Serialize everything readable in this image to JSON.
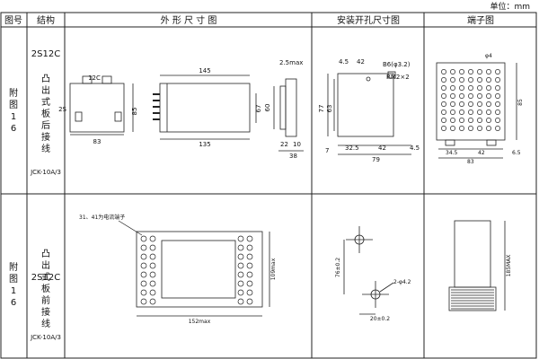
{
  "unit_label": "单位：mm",
  "header": {
    "col_no": "图号",
    "col_struct": "结构",
    "col_dim": "外 形 尺 寸 图",
    "col_hole": "安装开孔尺寸图",
    "col_term": "端子图"
  },
  "row1": {
    "fig_chars": [
      "附",
      "图",
      "1",
      "6"
    ],
    "model": "2S12C",
    "struct_chars": [
      "凸",
      "出",
      "式",
      "板",
      "后",
      "接",
      "线"
    ],
    "ref": "JCK-10A/3",
    "dims": {
      "d12C": "12C",
      "d2S": "2S",
      "d85": "85",
      "d83": "83",
      "d145": "145",
      "d67": "67",
      "d135": "135",
      "d60": "60",
      "d2_5max": "2.5max",
      "d22": "22",
      "d10": "10",
      "d38": "38"
    },
    "hole": {
      "h4_5a": "4.5",
      "h42a": "42",
      "hB6": "B6(φ3.2)",
      "hRM": "RM2×2",
      "h77": "77",
      "h63": "63",
      "h7": "7",
      "h32_5": "32.5",
      "h42b": "42",
      "h4_5b": "4.5",
      "h79": "79"
    },
    "term": {
      "t_phi4": "φ4",
      "t34_5": "34.5",
      "t42": "42",
      "t6_5": "6.5",
      "t83": "83",
      "t85": "85"
    }
  },
  "row2": {
    "fig_chars": [
      "附",
      "图",
      "1",
      "6"
    ],
    "model": "2S12C",
    "struct_chars": [
      "凸",
      "出",
      "式",
      "板",
      "前",
      "接",
      "线"
    ],
    "ref": "JCK-10A/3",
    "dims": {
      "callout": "31、41为电流端子",
      "d152": "152max",
      "d109": "109max"
    },
    "hole": {
      "h76": "76±0.2",
      "h2phi": "2-φ4.2",
      "h20": "20±0.2"
    },
    "term": {
      "t185": "185MAX"
    }
  }
}
